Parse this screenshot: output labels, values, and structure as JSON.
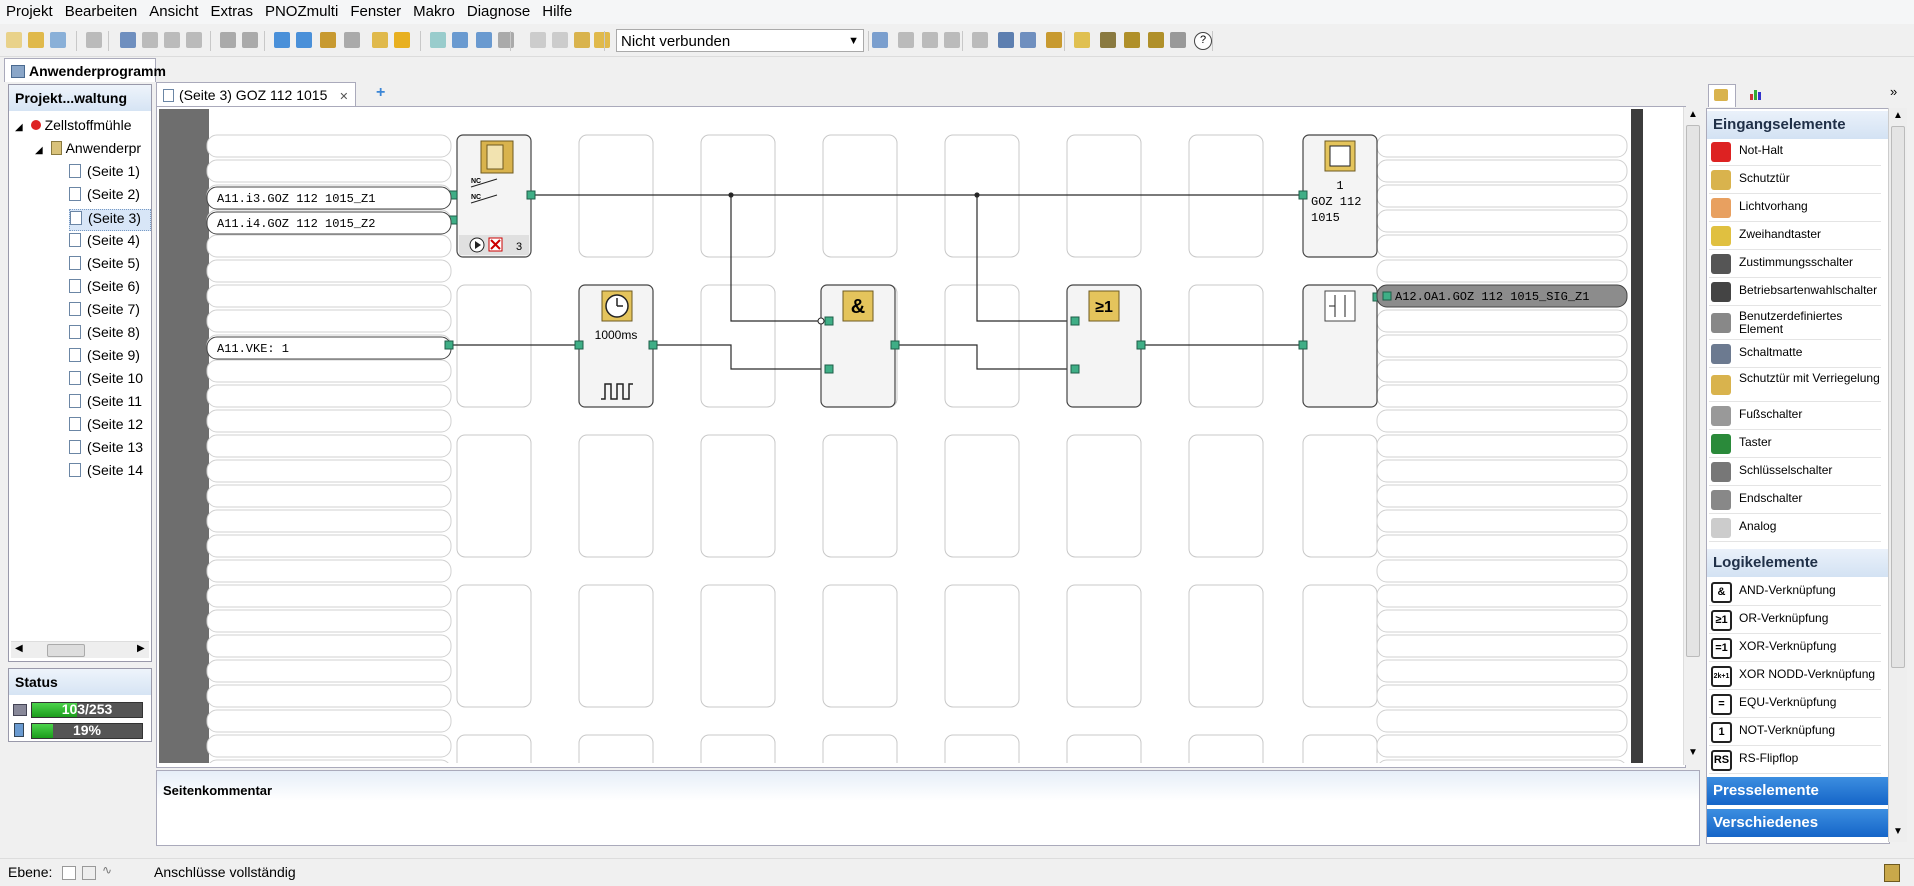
{
  "menu": [
    "Projekt",
    "Bearbeiten",
    "Ansicht",
    "Extras",
    "PNOZmulti",
    "Fenster",
    "Makro",
    "Diagnose",
    "Hilfe"
  ],
  "toolbar": {
    "connection_status": "Nicht verbunden"
  },
  "left": {
    "main_tab": "Anwenderprogramm",
    "project_title": "Projekt...waltung",
    "tree": {
      "root": "Zellstoffmühle",
      "program": "Anwenderpr",
      "pages": [
        "(Seite 1)",
        "(Seite 2)",
        "(Seite 3)",
        "(Seite 4)",
        "(Seite 5)",
        "(Seite 6)",
        "(Seite 7)",
        "(Seite 8)",
        "(Seite 9)",
        "(Seite 10",
        "(Seite 11",
        "(Seite 12",
        "(Seite 13",
        "(Seite 14"
      ],
      "selected": 2
    }
  },
  "status": {
    "title": "Status",
    "memory_text": "103/253",
    "memory_fraction": 0.407,
    "battery_text": "19%",
    "battery_fraction": 0.19
  },
  "editor": {
    "tab": "(Seite 3) GOZ 112 1015",
    "inputs": [
      "A11.i3.GOZ 112 1015_Z1",
      "A11.i4.GOZ 112 1015_Z2",
      "A11.VKE: 1"
    ],
    "output": "A12.OA1.GOZ 112 1015_SIG_Z1",
    "timer_label": "1000ms",
    "and_label": "&",
    "or_label": "≥1",
    "door_count": "3",
    "ref_number": "1",
    "ref_line1": "GOZ 112",
    "ref_line2": "1015",
    "nc_label": "NC"
  },
  "comment": {
    "title": "Seitenkommentar"
  },
  "palette": {
    "cat_input": "Eingangselemente",
    "input_items": [
      "Not-Halt",
      "Schutztür",
      "Lichtvorhang",
      "Zweihandtaster",
      "Zustimmungsschalter",
      "Betriebsartenwahlschalter",
      "Benutzerdefiniertes Element",
      "Schaltmatte",
      "Schutztür mit Verriegelung",
      "Fußschalter",
      "Taster",
      "Schlüsselschalter",
      "Endschalter",
      "Analog"
    ],
    "cat_logic": "Logikelemente",
    "logic_items": [
      "AND-Verknüpfung",
      "OR-Verknüpfung",
      "XOR-Verknüpfung",
      "XOR NODD-Verknüpfung",
      "EQU-Verknüpfung",
      "NOT-Verknüpfung",
      "RS-Flipflop"
    ],
    "logic_icons": [
      "&",
      "≥1",
      "=1",
      "2k+1",
      "=",
      "1",
      "RS"
    ],
    "cat_press": "Presselemente",
    "cat_misc": "Verschiedenes"
  },
  "statusbar": {
    "layer_label": "Ebene:",
    "message": "Anschlüsse vollständig"
  }
}
